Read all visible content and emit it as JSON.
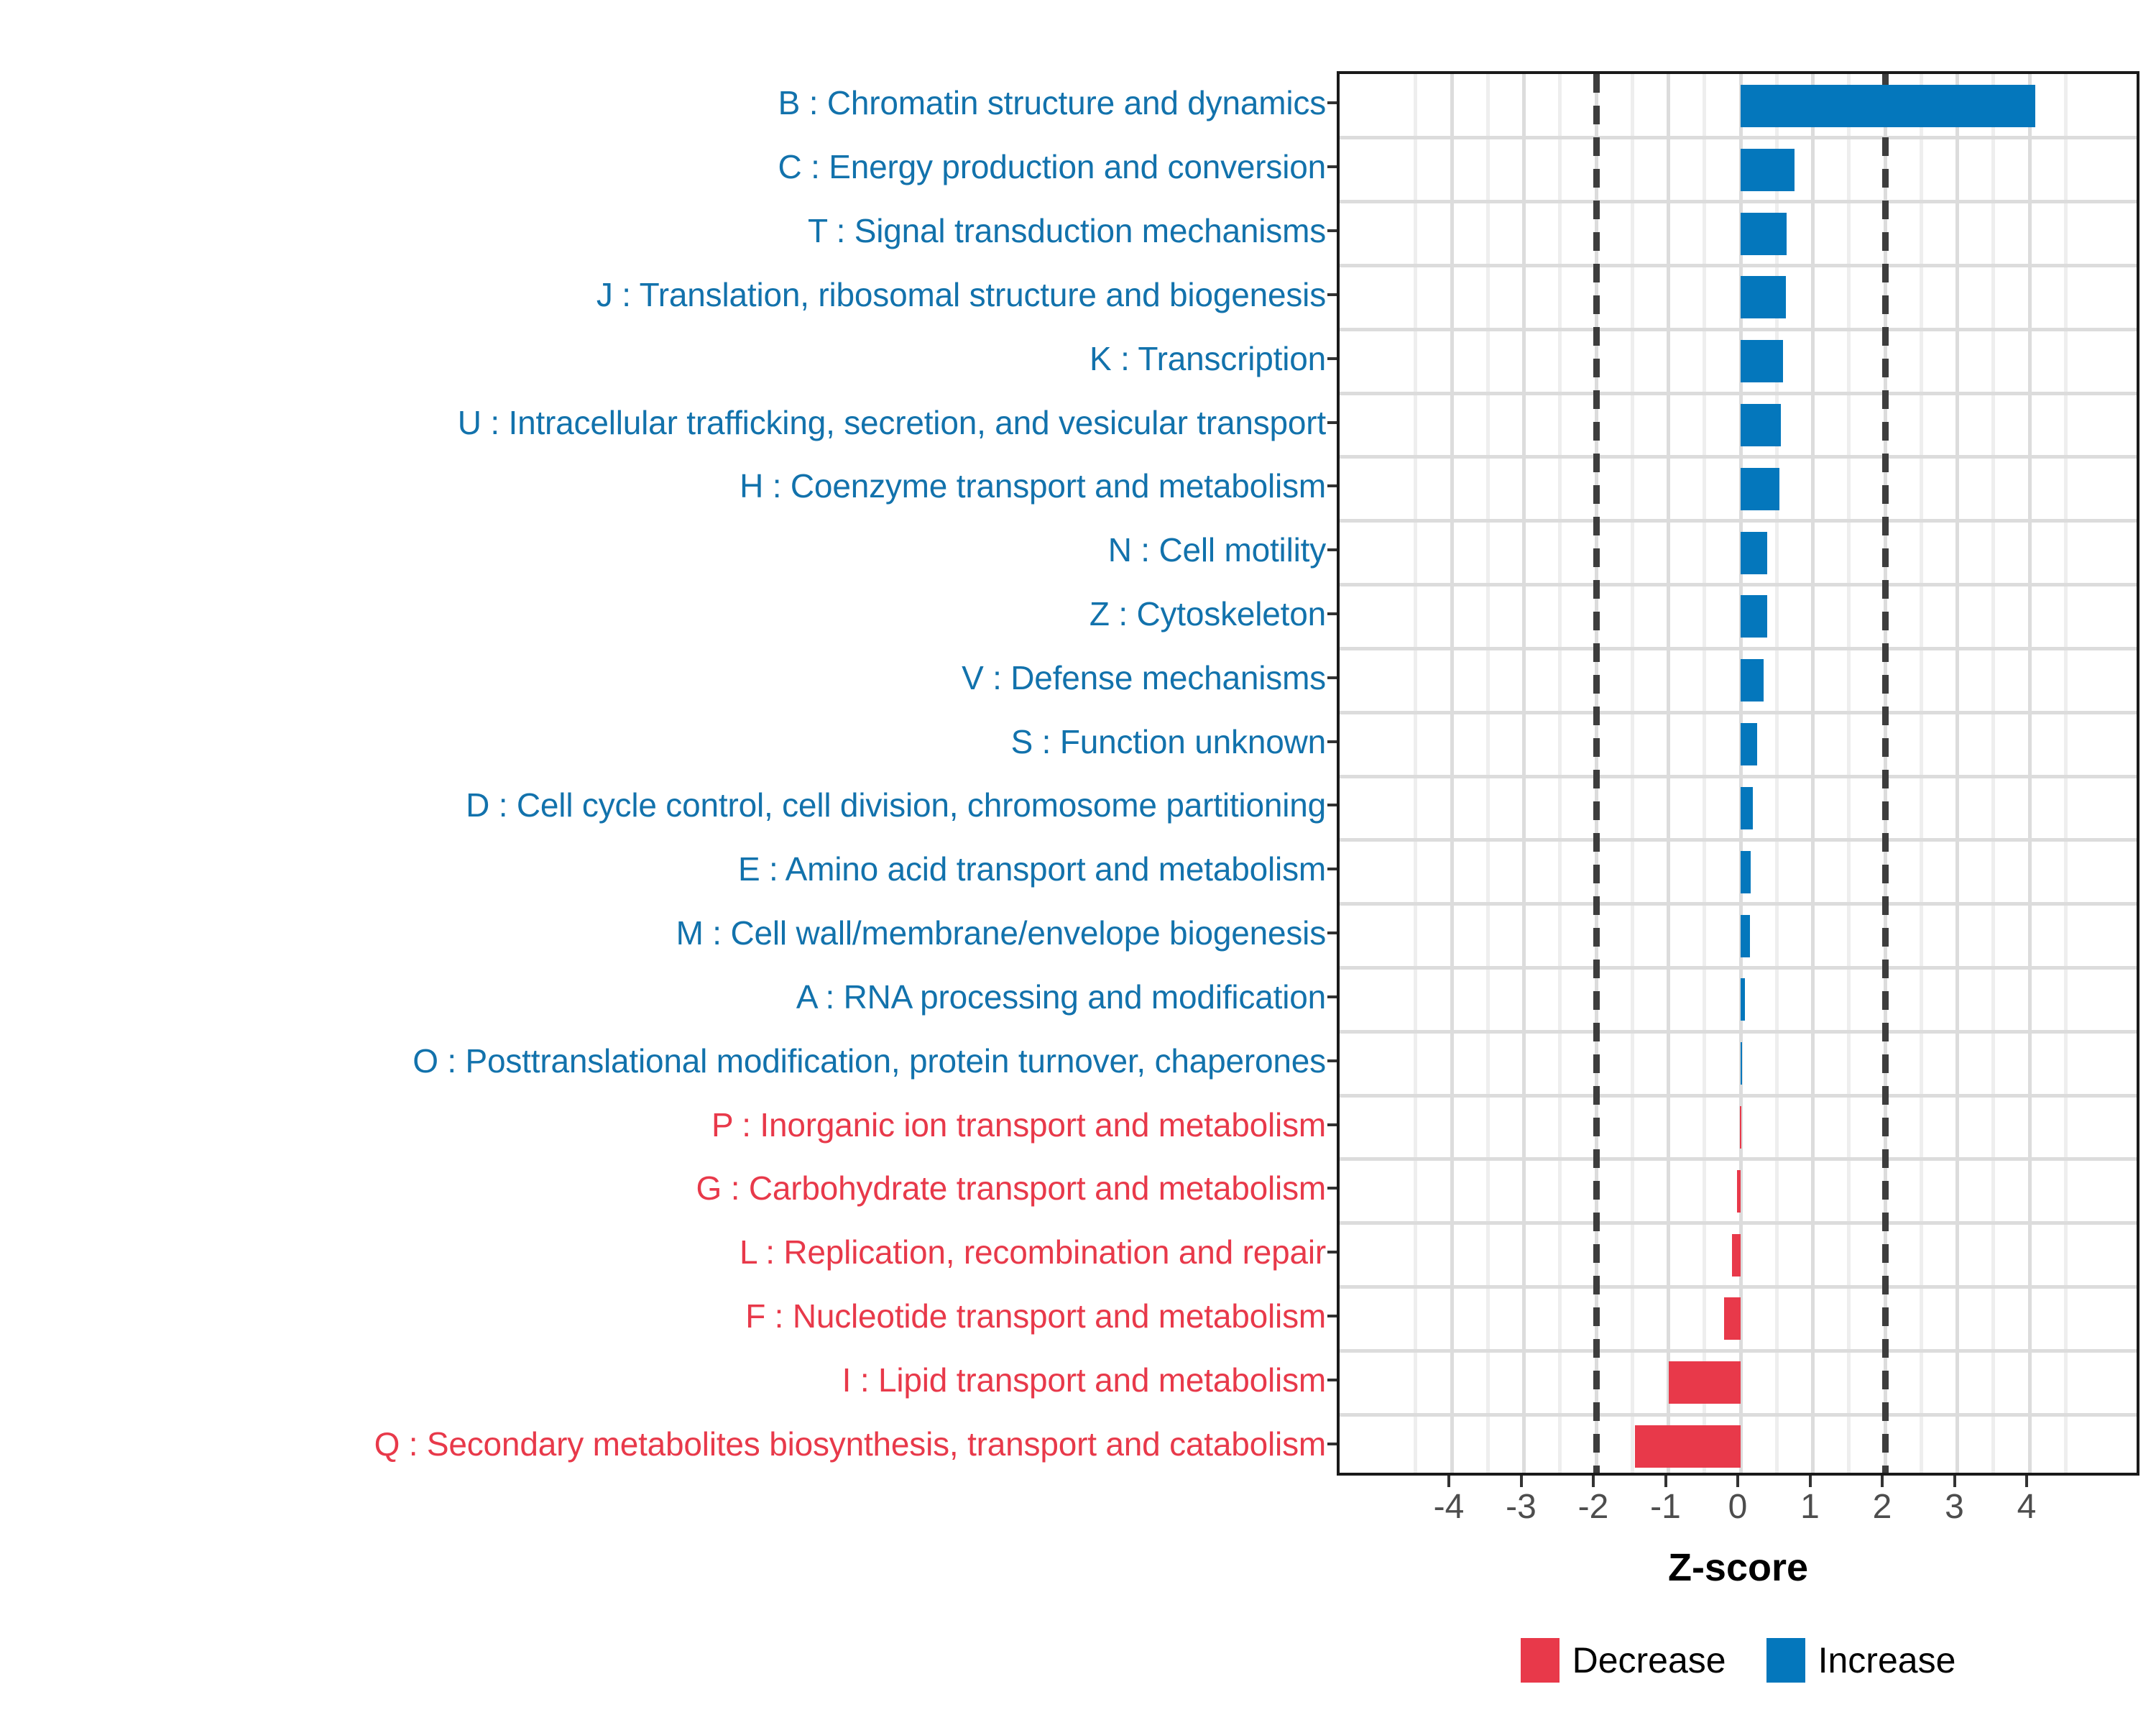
{
  "chart_data": {
    "type": "bar",
    "orientation": "horizontal",
    "title": "",
    "xlabel": "Z-score",
    "ylabel": "",
    "xlim": [
      -4.8,
      4.8
    ],
    "xticks": [
      -4,
      -3,
      -2,
      -1,
      0,
      1,
      2,
      3,
      4
    ],
    "xtick_labels": [
      "-4",
      "-3",
      "-2",
      "-1",
      "0",
      "1",
      "2",
      "3",
      "4"
    ],
    "grid": true,
    "threshold_lines": [
      -2,
      2
    ],
    "threshold_style": "dashed",
    "legend_position": "bottom",
    "categories": [
      "B : Chromatin structure and dynamics",
      "C : Energy production and conversion",
      "T : Signal transduction mechanisms",
      "J : Translation, ribosomal structure and biogenesis",
      "K : Transcription",
      "U : Intracellular trafficking, secretion, and vesicular transport",
      "H : Coenzyme transport and metabolism",
      "N : Cell motility",
      "Z : Cytoskeleton",
      "V : Defense mechanisms",
      "S : Function unknown",
      "D : Cell cycle control, cell division, chromosome partitioning",
      "E : Amino acid transport and metabolism",
      "M : Cell wall/membrane/envelope biogenesis",
      "A : RNA processing and modification",
      "O : Posttranslational modification, protein turnover, chaperones",
      "P : Inorganic ion transport and metabolism",
      "G : Carbohydrate transport and metabolism",
      "L : Replication, recombination and repair",
      "F : Nucleotide transport and metabolism",
      "I : Lipid transport and metabolism",
      "Q : Secondary metabolites biosynthesis, transport and catabolism"
    ],
    "values": [
      4.08,
      0.75,
      0.64,
      0.63,
      0.59,
      0.56,
      0.54,
      0.37,
      0.37,
      0.32,
      0.23,
      0.17,
      0.14,
      0.13,
      0.06,
      0.01,
      -0.01,
      -0.05,
      -0.12,
      -0.23,
      -1.0,
      -1.46
    ],
    "groups": [
      "Increase",
      "Increase",
      "Increase",
      "Increase",
      "Increase",
      "Increase",
      "Increase",
      "Increase",
      "Increase",
      "Increase",
      "Increase",
      "Increase",
      "Increase",
      "Increase",
      "Increase",
      "Increase",
      "Decrease",
      "Decrease",
      "Decrease",
      "Decrease",
      "Decrease",
      "Decrease"
    ],
    "legend": [
      {
        "label": "Decrease",
        "color": "#E8394A"
      },
      {
        "label": "Increase",
        "color": "#0477BC"
      }
    ],
    "colors": {
      "increase": "#0477BC",
      "decrease": "#E8394A",
      "label_increase": "#1272AC",
      "label_decrease": "#E8394A",
      "grid": "#DCDCDC",
      "axis": "#1A1A1A",
      "threshold": "#3D3D3D",
      "tick_text": "#4D4D4D"
    }
  }
}
